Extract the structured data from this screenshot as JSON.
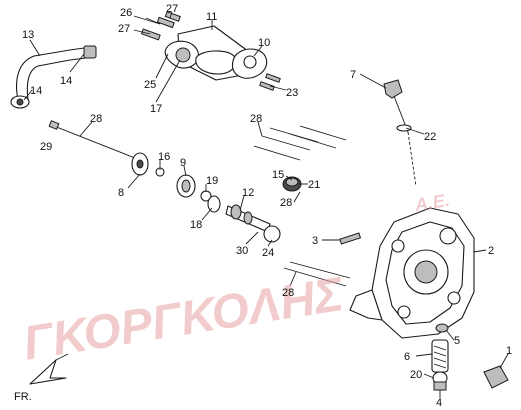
{
  "watermark": {
    "main": "ΓΚΟΡΓΚΟΛΗΣ",
    "suffix": "Α.Ε.",
    "color": "#e8a3a3"
  },
  "direction_label": "FR.",
  "callouts": [
    {
      "id": "c13",
      "label": "13"
    },
    {
      "id": "c14a",
      "label": "14"
    },
    {
      "id": "c14b",
      "label": "14"
    },
    {
      "id": "c26",
      "label": "26"
    },
    {
      "id": "c27a",
      "label": "27"
    },
    {
      "id": "c27b",
      "label": "27"
    },
    {
      "id": "c11",
      "label": "11"
    },
    {
      "id": "c10",
      "label": "10"
    },
    {
      "id": "c25",
      "label": "25"
    },
    {
      "id": "c17",
      "label": "17"
    },
    {
      "id": "c23",
      "label": "23"
    },
    {
      "id": "c7",
      "label": "7"
    },
    {
      "id": "c22",
      "label": "22"
    },
    {
      "id": "c28a",
      "label": "28"
    },
    {
      "id": "c29",
      "label": "29"
    },
    {
      "id": "c28b",
      "label": "28"
    },
    {
      "id": "c16",
      "label": "16"
    },
    {
      "id": "c8",
      "label": "8"
    },
    {
      "id": "c9",
      "label": "9"
    },
    {
      "id": "c19",
      "label": "19"
    },
    {
      "id": "c18",
      "label": "18"
    },
    {
      "id": "c12",
      "label": "12"
    },
    {
      "id": "c15",
      "label": "15"
    },
    {
      "id": "c21",
      "label": "21"
    },
    {
      "id": "c28c",
      "label": "28"
    },
    {
      "id": "c3",
      "label": "3"
    },
    {
      "id": "c2",
      "label": "2"
    },
    {
      "id": "c30",
      "label": "30"
    },
    {
      "id": "c24",
      "label": "24"
    },
    {
      "id": "c28d",
      "label": "28"
    },
    {
      "id": "c5",
      "label": "5"
    },
    {
      "id": "c6",
      "label": "6"
    },
    {
      "id": "c1",
      "label": "1"
    },
    {
      "id": "c20",
      "label": "20"
    },
    {
      "id": "c4",
      "label": "4"
    }
  ]
}
